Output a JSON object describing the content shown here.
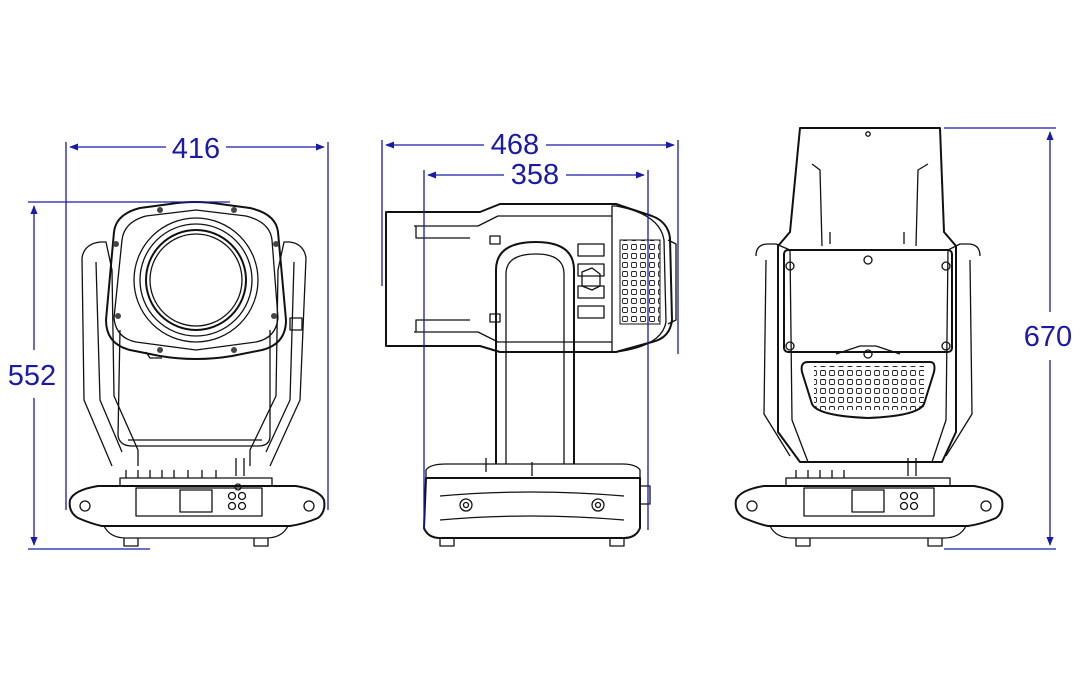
{
  "dimensions": {
    "front_width": "416",
    "front_height": "552",
    "side_depth": "468",
    "side_inner_width": "358",
    "rear_height": "670"
  },
  "colors": {
    "dimension": "#1a1aa6",
    "line": "#111111",
    "background": "#ffffff"
  }
}
